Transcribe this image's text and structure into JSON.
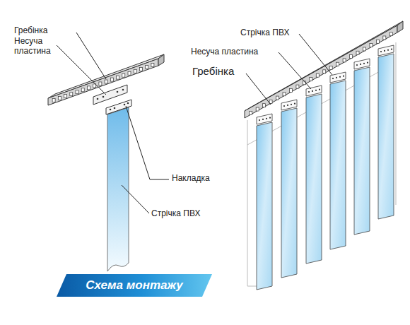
{
  "diagram": {
    "nodes": [
      {
        "text": [
          "Схема монтажу"
        ]
      }
    ],
    "edges": [],
    "labels": [
      "Гребінка",
      "Несуча пластина",
      "Накладка",
      "Стрічка ПВХ",
      "Стрічка ПВХ",
      "Несуча пластина",
      "Гребінка"
    ]
  }
}
